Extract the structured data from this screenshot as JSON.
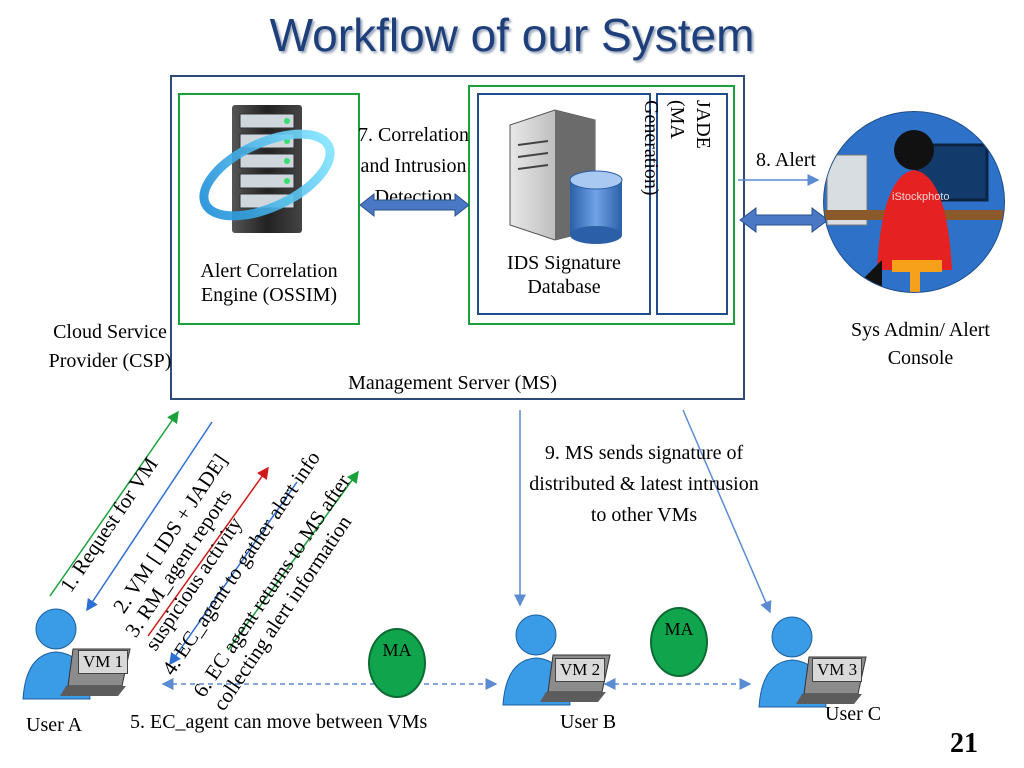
{
  "title": "Workflow of our System",
  "management_server": {
    "label": "Management Server (MS)",
    "ossim_label": "Alert Correlation Engine (OSSIM)",
    "ids_db_label": "IDS Signature Database",
    "jade_label": "JADE (MA Generation)",
    "correlation_label": "7. Correlation and Intrusion Detection"
  },
  "csp_label": "Cloud Service Provider (CSP)",
  "alert_label": "8. Alert",
  "sysadmin_label": "Sys Admin/ Alert Console",
  "stock_watermark": "iStockphoto",
  "ms_sends_label": "9. MS sends signature of distributed & latest intrusion to other VMs",
  "steps": [
    "1. Request for VM",
    "2. VM [ IDS + JADE]",
    "3. RM_agent reports suspicious activity",
    "4. EC_agent to gather alert info",
    "6. EC agent returns to MS after collecting alert information"
  ],
  "step5_label": "5. EC_agent can move between VMs",
  "users": [
    {
      "name": "User A",
      "vm": "VM 1"
    },
    {
      "name": "User B",
      "vm": "VM 2"
    },
    {
      "name": "User C",
      "vm": "VM 3"
    }
  ],
  "ma_label": "MA",
  "slide_number": "21",
  "colors": {
    "title": "#1f3f7a",
    "ms_border": "#2e4a7a",
    "green_box": "#1aa13a",
    "blue_box": "#1f4e8c",
    "ma_fill": "#10a54c",
    "step1": "#1aa13a",
    "step2": "#2e6fd6",
    "step3": "#d11919",
    "step4": "#2e6fd6",
    "step6": "#1aa13a",
    "connector": "#5b8bd0"
  }
}
